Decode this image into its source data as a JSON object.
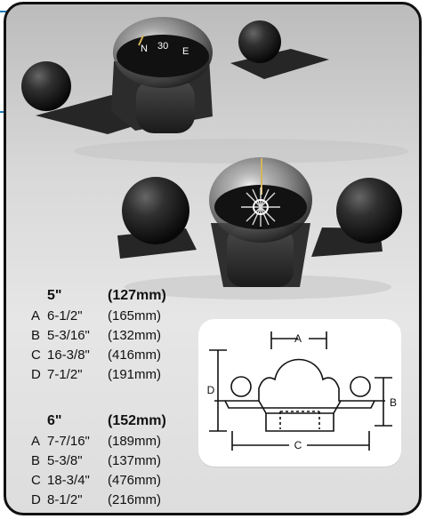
{
  "specs": {
    "group_5": {
      "header_size": "5\"",
      "header_mm": "(127mm)",
      "rows": [
        {
          "letter": "A",
          "size": "6-1/2\"",
          "mm": "(165mm)"
        },
        {
          "letter": "B",
          "size": "5-3/16\"",
          "mm": "(132mm)"
        },
        {
          "letter": "C",
          "size": "16-3/8\"",
          "mm": "(416mm)"
        },
        {
          "letter": "D",
          "size": "7-1/2\"",
          "mm": "(191mm)"
        }
      ]
    },
    "group_6": {
      "header_size": "6\"",
      "header_mm": "(152mm)",
      "rows": [
        {
          "letter": "A",
          "size": "7-7/16\"",
          "mm": "(189mm)"
        },
        {
          "letter": "B",
          "size": "5-3/8\"",
          "mm": "(137mm)"
        },
        {
          "letter": "C",
          "size": "18-3/4\"",
          "mm": "(476mm)"
        },
        {
          "letter": "D",
          "size": "8-1/2\"",
          "mm": "(216mm)"
        }
      ]
    }
  },
  "diagram": {
    "label_a": "A",
    "label_b": "B",
    "label_c": "C",
    "label_d": "D"
  },
  "compass_dial": {
    "top_marks": [
      "N",
      "30",
      "E"
    ]
  },
  "colors": {
    "frame": "#111111",
    "accent": "#1d7bbf",
    "background": "#d9d9d9",
    "diagram_panel": "#ffffff"
  }
}
